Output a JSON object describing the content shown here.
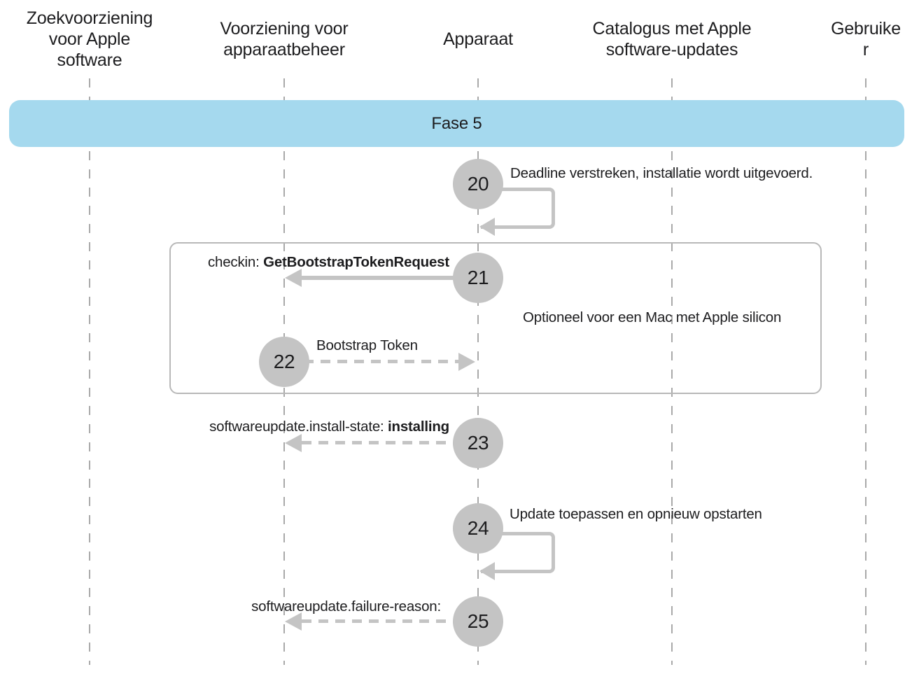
{
  "colors": {
    "phase_band_bg": "#A5D9EE",
    "circle_fill": "#C4C4C4",
    "arrow": "#C4C4C4",
    "lifeline": "#A9A9A9",
    "box_border": "#B8B8B8",
    "text": "#1D1D1F"
  },
  "lanes": [
    {
      "id": "zoekvoorziening",
      "label_lines": [
        "Zoekvoorziening",
        "voor Apple",
        "software"
      ]
    },
    {
      "id": "apparaatbeheer",
      "label_lines": [
        "Voorziening voor",
        "apparaatbeheer"
      ]
    },
    {
      "id": "apparaat",
      "label_lines": [
        "Apparaat"
      ]
    },
    {
      "id": "catalogus",
      "label_lines": [
        "Catalogus met Apple",
        "software-updates"
      ]
    },
    {
      "id": "gebruiker",
      "label_lines": [
        "Gebruike",
        "r"
      ]
    }
  ],
  "phase": {
    "label": "Fase 5"
  },
  "optional_box": {
    "note": "Optioneel voor een Mac met Apple silicon"
  },
  "steps": {
    "s20": {
      "number": "20",
      "label": "Deadline verstreken, installatie wordt uitgevoerd."
    },
    "s21": {
      "number": "21",
      "label_prefix": "checkin: ",
      "label_value": "GetBootstrapTokenRequest"
    },
    "s22": {
      "number": "22",
      "label": "Bootstrap Token"
    },
    "s23": {
      "number": "23",
      "label_prefix": "softwareupdate.install-state: ",
      "label_value": "installing"
    },
    "s24": {
      "number": "24",
      "label": "Update toepassen en opnieuw opstarten"
    },
    "s25": {
      "number": "25",
      "label": "softwareupdate.failure-reason:"
    }
  }
}
